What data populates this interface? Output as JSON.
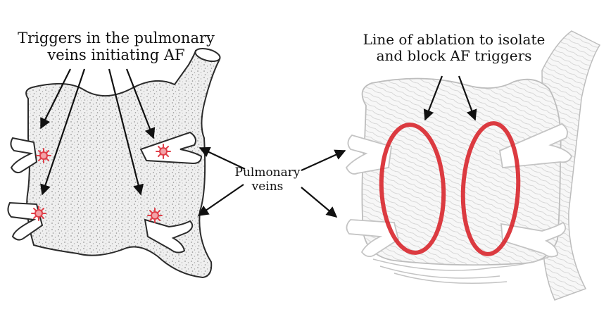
{
  "labels": {
    "triggers": {
      "line1": "Triggers in the pulmonary",
      "line2": "veins initiating AF"
    },
    "ablation": {
      "line1": "Line of ablation to isolate",
      "line2": "and block AF triggers"
    },
    "pulmonary_veins": {
      "line1": "Pulmonary",
      "line2": "veins"
    }
  },
  "colors": {
    "outline": "#2b2b2b",
    "speckle_fill": "#ececec",
    "trigger_mark": "#e0404a",
    "ablation_ring": "#d8262c",
    "fiber_line": "#bdbdbd"
  },
  "icons": [
    "trigger-starburst-icon",
    "arrow-icon"
  ]
}
